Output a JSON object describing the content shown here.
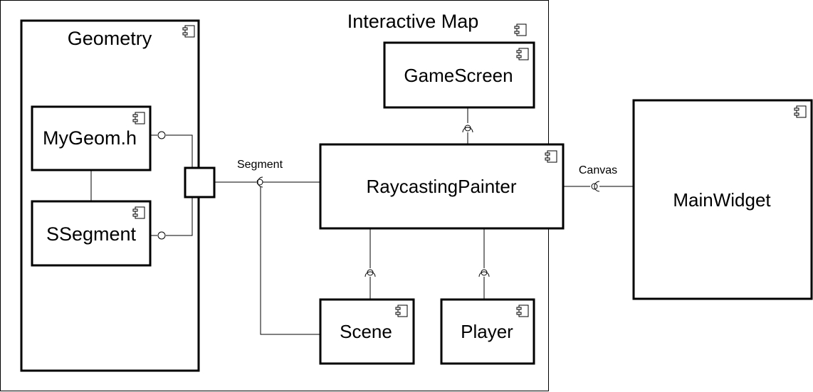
{
  "diagram": {
    "containers": {
      "interactive_map": "Interactive Map",
      "geometry": "Geometry"
    },
    "components": {
      "game_screen": "GameScreen",
      "raycasting_painter": "RaycastingPainter",
      "main_widget": "MainWidget",
      "my_geom": "MyGeom.h",
      "s_segment": "SSegment",
      "scene": "Scene",
      "player": "Player"
    },
    "interfaces": {
      "segment": "Segment",
      "canvas": "Canvas"
    },
    "icon": "uml-component-icon"
  }
}
